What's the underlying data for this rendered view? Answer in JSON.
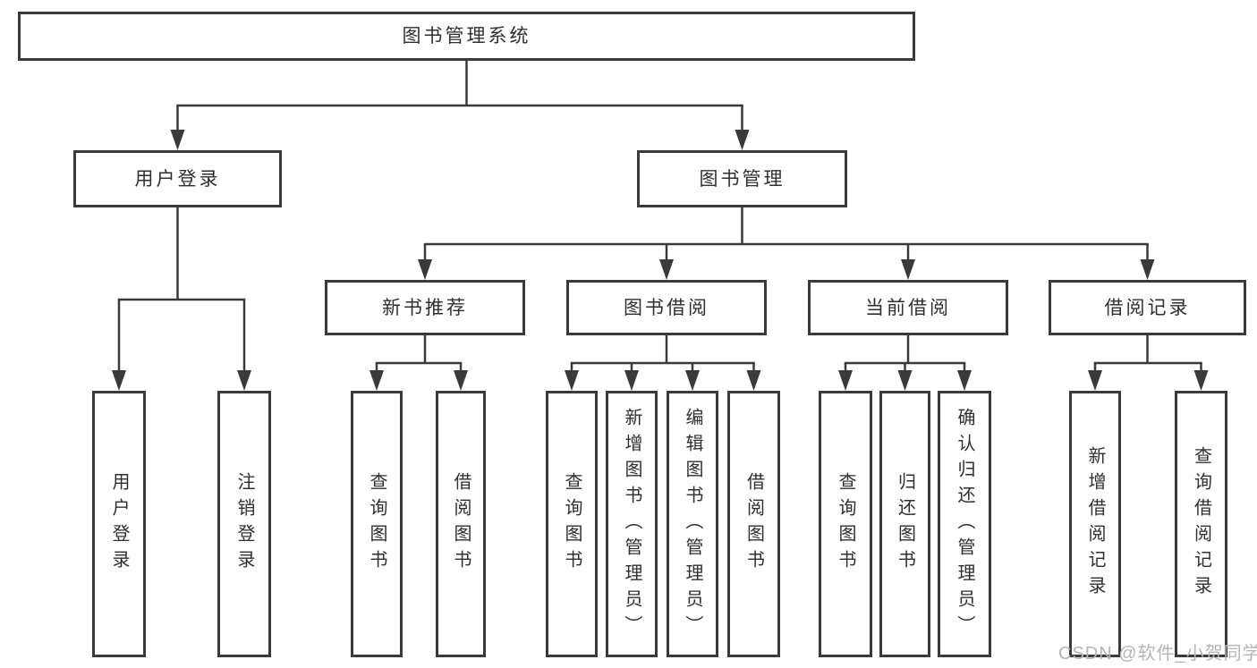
{
  "title": "图书管理系统",
  "watermark": "CSDN @软件_小贺同学",
  "colors": {
    "line": "#3a3a3a",
    "text": "#2f2f2f",
    "watermark": "#b5b5b5",
    "background": "#ffffff"
  },
  "nodes": {
    "root": {
      "label": "图书管理系统"
    },
    "user_login": {
      "label": "用户登录"
    },
    "book_mgmt": {
      "label": "图书管理"
    },
    "new_book_rec": {
      "label": "新书推荐"
    },
    "book_borrow": {
      "label": "图书借阅"
    },
    "current_borrow": {
      "label": "当前借阅"
    },
    "borrow_records": {
      "label": "借阅记录"
    },
    "leaf_user_login": {
      "label": "用户登录"
    },
    "leaf_logout": {
      "label": "注销登录"
    },
    "rec_query_books": {
      "label": "查询图书"
    },
    "rec_borrow_books": {
      "label": "借阅图书"
    },
    "bb_query_books": {
      "label": "查询图书"
    },
    "bb_add_books": {
      "label": "新增图书（管理员）"
    },
    "bb_edit_books": {
      "label": "编辑图书（管理员）"
    },
    "bb_borrow_books": {
      "label": "借阅图书"
    },
    "cb_query_books": {
      "label": "查询图书"
    },
    "cb_return_books": {
      "label": "归还图书"
    },
    "cb_confirm_return": {
      "label": "确认归还（管理员）"
    },
    "br_add_record": {
      "label": "新增借阅记录"
    },
    "br_query_record": {
      "label": "查询借阅记录"
    }
  }
}
